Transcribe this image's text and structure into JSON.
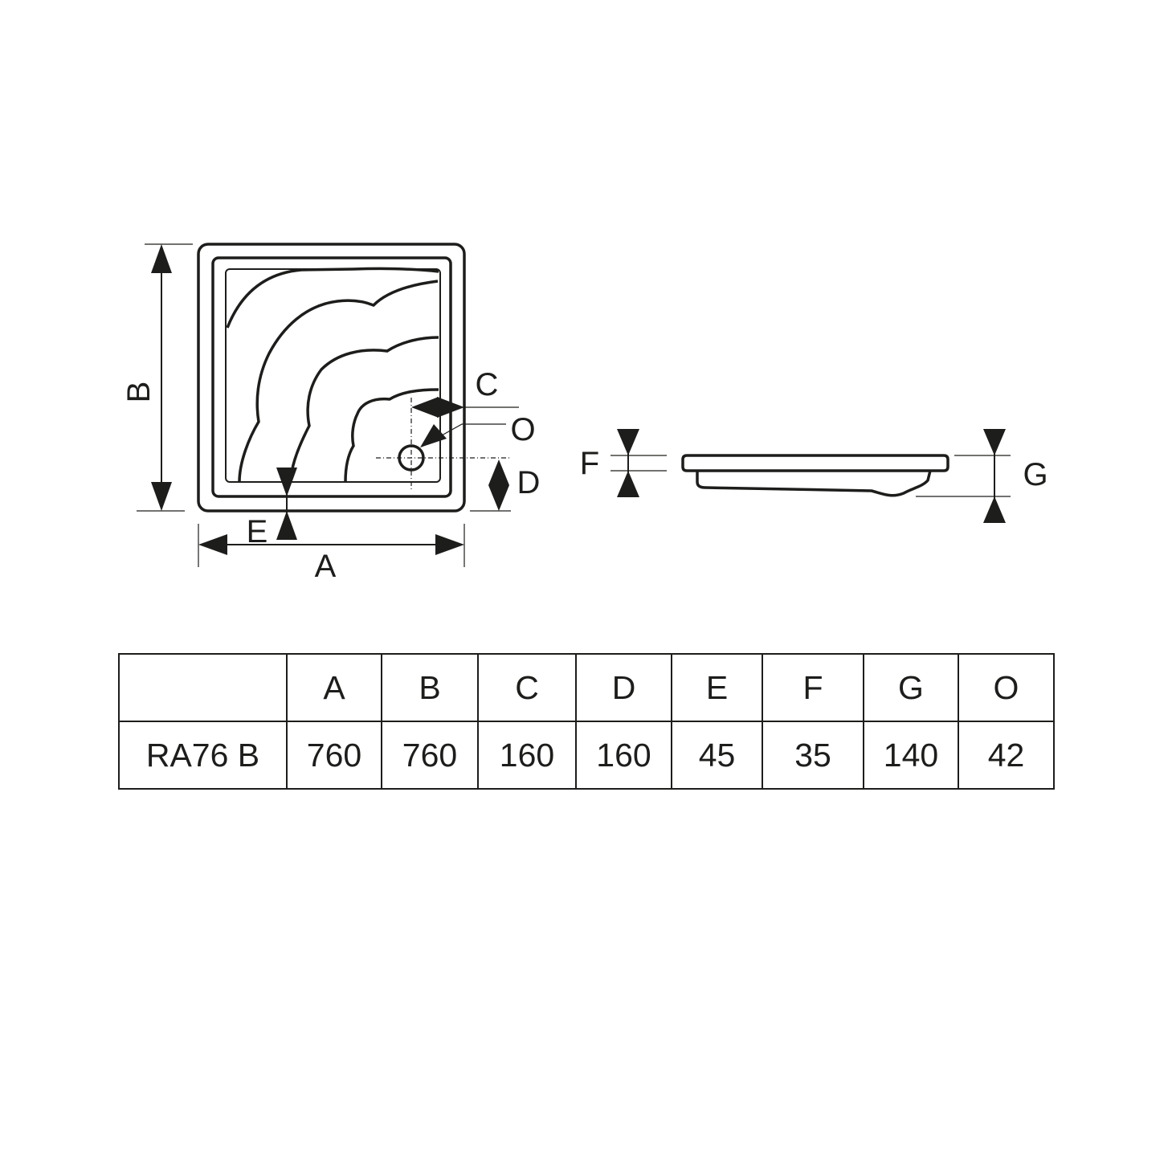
{
  "labels": {
    "a": "A",
    "b": "B",
    "c": "C",
    "d": "D",
    "e": "E",
    "f": "F",
    "g": "G",
    "o": "O"
  },
  "table": {
    "headers": [
      "",
      "A",
      "B",
      "C",
      "D",
      "E",
      "F",
      "G",
      "O"
    ],
    "rows": [
      {
        "model": "RA76 B",
        "values": [
          "760",
          "760",
          "160",
          "160",
          "45",
          "35",
          "140",
          "42"
        ]
      }
    ]
  }
}
